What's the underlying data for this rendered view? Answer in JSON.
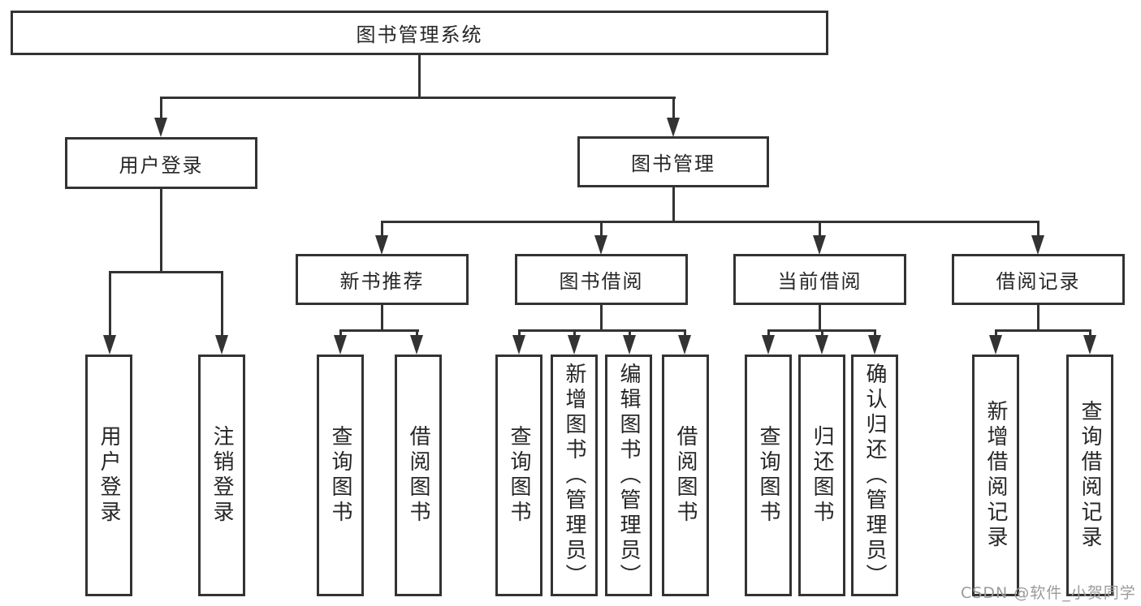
{
  "colors": {
    "line": "#333333",
    "text": "#262626",
    "background": "#ffffff",
    "watermark_color": "#9b9b9b"
  },
  "watermark": "CSDN @软件_小贺同学",
  "tree": {
    "label": "图书管理系统",
    "children": [
      {
        "label": "用户登录",
        "children": [
          {
            "label": "用户登录"
          },
          {
            "label": "注销登录"
          }
        ]
      },
      {
        "label": "图书管理",
        "children": [
          {
            "label": "新书推荐",
            "children": [
              {
                "label": "查询图书"
              },
              {
                "label": "借阅图书"
              }
            ]
          },
          {
            "label": "图书借阅",
            "children": [
              {
                "label": "查询图书"
              },
              {
                "label": "新增图书（管理员）"
              },
              {
                "label": "编辑图书（管理员）"
              },
              {
                "label": "借阅图书"
              }
            ]
          },
          {
            "label": "当前借阅",
            "children": [
              {
                "label": "查询图书"
              },
              {
                "label": "归还图书"
              },
              {
                "label": "确认归还（管理员）"
              }
            ]
          },
          {
            "label": "借阅记录",
            "children": [
              {
                "label": "新增借阅记录"
              },
              {
                "label": "查询借阅记录"
              }
            ]
          }
        ]
      }
    ]
  }
}
